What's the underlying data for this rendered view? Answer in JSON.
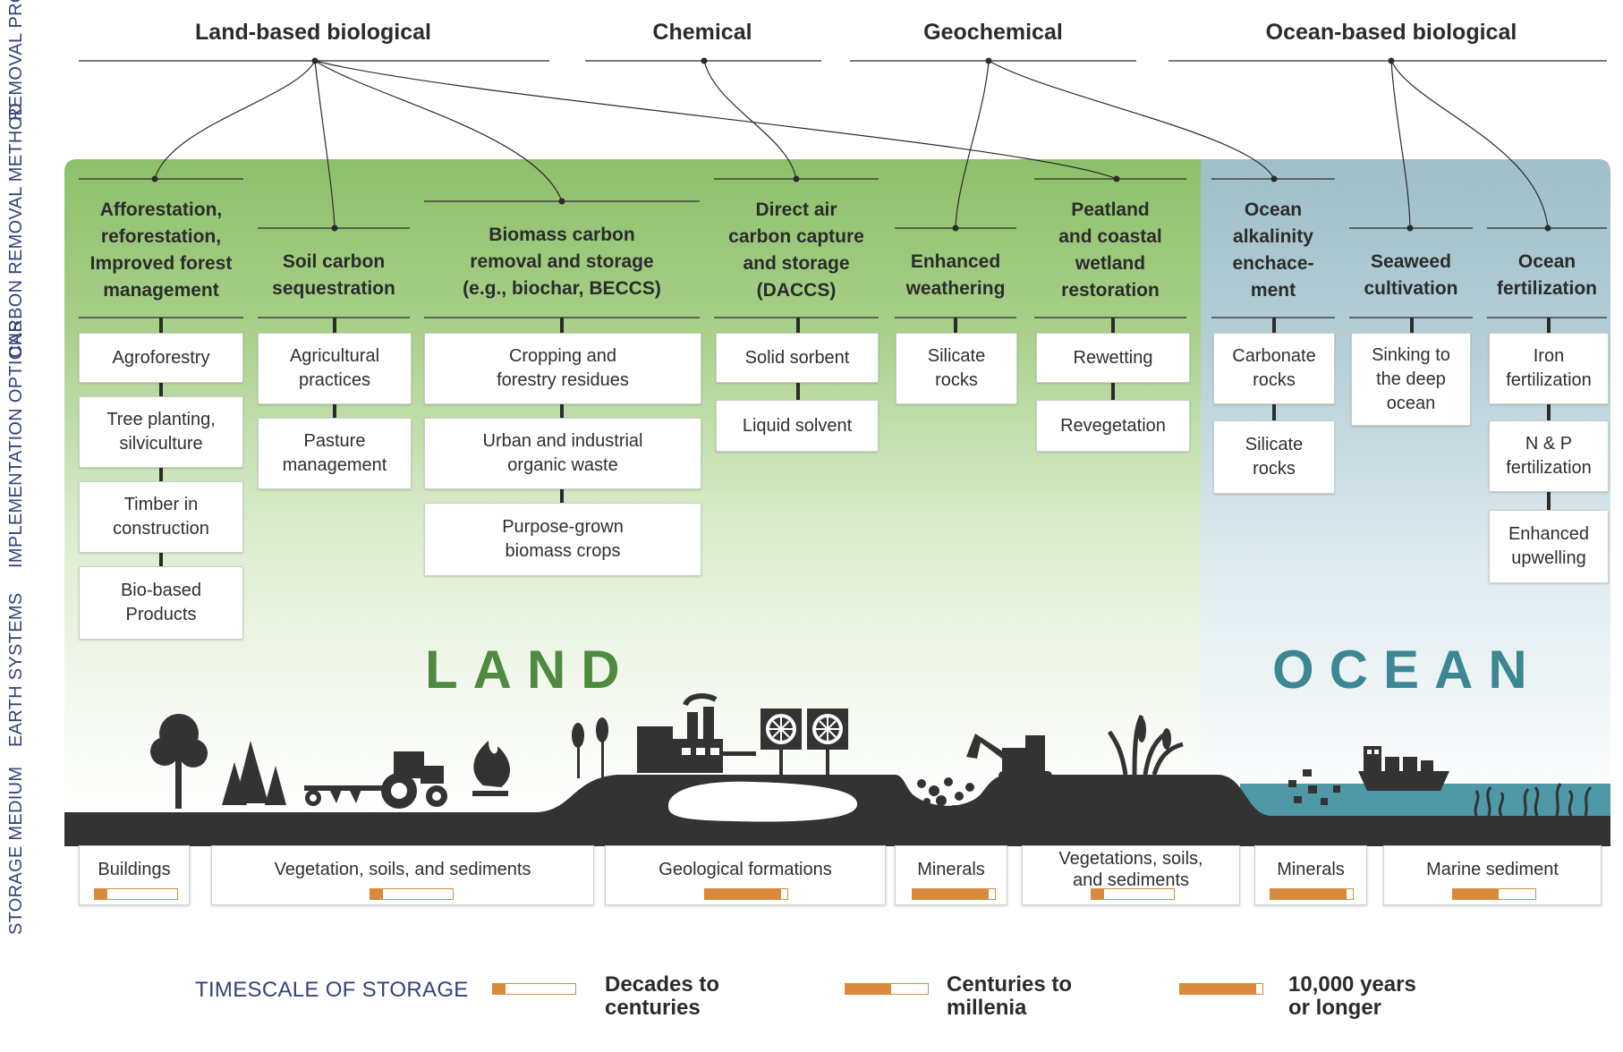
{
  "row_labels": {
    "removal_process": "REMOVAL\nPROCESS",
    "carbon_removal_method": "CARBON\nREMOVAL METHOD",
    "implementation_options": "IMPLEMENTATION\nOPTIONS",
    "earth_systems": "EARTH\nSYSTEMS",
    "storage_medium": "STORAGE\nMEDIUM"
  },
  "removal_processes": [
    {
      "label": "Land-based biological"
    },
    {
      "label": "Chemical"
    },
    {
      "label": "Geochemical"
    },
    {
      "label": "Ocean-based biological"
    }
  ],
  "methods": [
    {
      "label": "Afforestation,\nreforestation,\nImproved forest\nmanagement",
      "options": [
        "Agroforestry",
        "Tree planting,\nsilviculture",
        "Timber in\nconstruction",
        "Bio-based\nProducts"
      ]
    },
    {
      "label": "Soil carbon\nsequestration",
      "options": [
        "Agricultural\npractices",
        "Pasture\nmanagement"
      ]
    },
    {
      "label": "Biomass carbon\nremoval and storage\n(e.g., biochar, BECCS)",
      "options": [
        "Cropping and\nforestry residues",
        "Urban and industrial\norganic waste",
        "Purpose-grown\nbiomass crops"
      ]
    },
    {
      "label": "Direct air\ncarbon capture\nand storage\n(DACCS)",
      "options": [
        "Solid sorbent",
        "Liquid solvent"
      ]
    },
    {
      "label": "Enhanced\nweathering",
      "options": [
        "Silicate\nrocks"
      ]
    },
    {
      "label": "Peatland\nand coastal\nwetland\nrestoration",
      "options": [
        "Rewetting",
        "Revegetation"
      ]
    },
    {
      "label": "Ocean\nalkalinity\nenchace-\nment",
      "options": [
        "Carbonate\nrocks",
        "Silicate\nrocks"
      ]
    },
    {
      "label": "Seaweed\ncultivation",
      "options": [
        "Sinking to\nthe deep\nocean"
      ]
    },
    {
      "label": "Ocean\nfertilization",
      "options": [
        "Iron\nfertilization",
        "N & P\nfertilization",
        "Enhanced\nupwelling"
      ]
    }
  ],
  "earth_systems": {
    "land": "LAND",
    "ocean": "OCEAN"
  },
  "storage_media": [
    {
      "label": "Buildings",
      "timescale": 0.15
    },
    {
      "label": "Vegetation, soils, and sediments",
      "timescale": 0.15
    },
    {
      "label": "Geological formations",
      "timescale": 0.92
    },
    {
      "label": "Minerals",
      "timescale": 0.92
    },
    {
      "label": "Vegetations, soils,\nand sediments",
      "timescale": 0.15
    },
    {
      "label": "Minerals",
      "timescale": 0.92
    },
    {
      "label": "Marine sediment",
      "timescale": 0.55
    }
  ],
  "legend": {
    "title": "TIMESCALE OF STORAGE",
    "items": [
      {
        "label": "Decades to\ncenturies",
        "timescale": 0.15
      },
      {
        "label": "Centuries to\nmillenia",
        "timescale": 0.55
      },
      {
        "label": "10,000 years\nor longer",
        "timescale": 0.92
      }
    ]
  },
  "colors": {
    "land_green": "#8dc06b",
    "land_text": "#4e8a40",
    "ocean_blue": "#9fbfc9",
    "ocean_text": "#3c8794",
    "ground": "#333333",
    "water": "#4f98a6",
    "timescale_orange": "#d98a3d",
    "row_label": "#35427c"
  }
}
